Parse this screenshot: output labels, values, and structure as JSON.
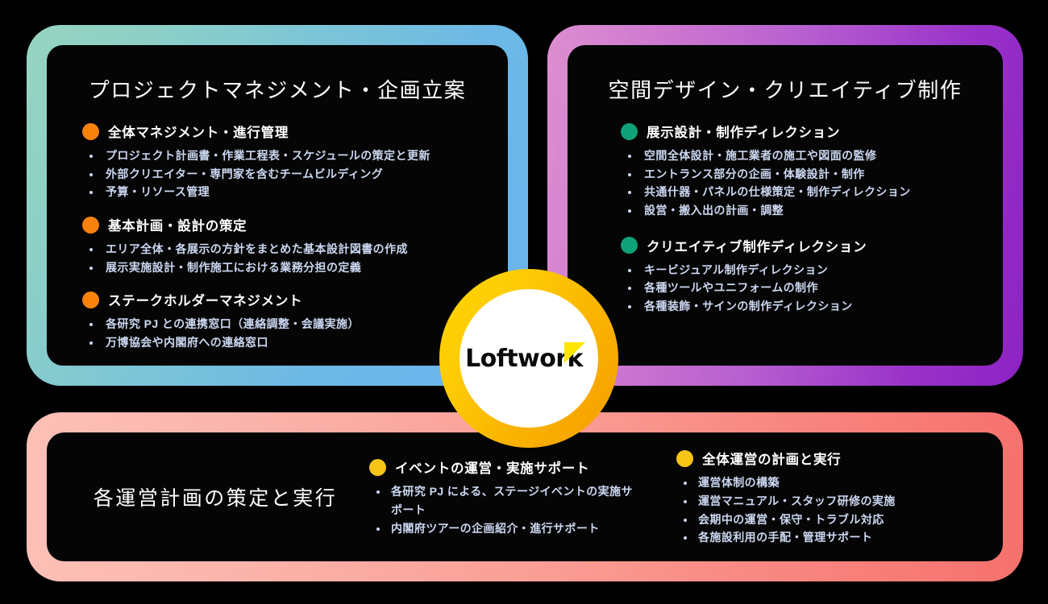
{
  "logo": {
    "name": "Loftwork",
    "wordmark": "Loftwork",
    "triangle_color": "#ffe500",
    "ring_color_start": "#ffd700",
    "ring_color_end": "#f59c00"
  },
  "panels": [
    {
      "id": "project-management",
      "title": "プロジェクトマネジメント・企画立案",
      "accent_dot_color": "#f8820c",
      "border_gradient": [
        "#96d4c0",
        "#68b4ef"
      ],
      "sections": [
        {
          "title": "全体マネジメント・進行管理",
          "bullets": [
            "プロジェクト計画書・作業工程表・スケジュールの策定と更新",
            "外部クリエイター・専門家を含むチームビルディング",
            "予算・リソース管理"
          ]
        },
        {
          "title": "基本計画・設計の策定",
          "bullets": [
            "エリア全体・各展示の方針をまとめた基本設計図書の作成",
            "展示実施設計・制作施工における業務分担の定義"
          ]
        },
        {
          "title": "ステークホルダーマネジメント",
          "bullets": [
            "各研究 PJ との連携窓口（連絡調整・会議実施）",
            "万博協会や内閣府への連絡窓口"
          ]
        }
      ]
    },
    {
      "id": "space-design",
      "title": "空間デザイン・クリエイティブ制作",
      "accent_dot_color": "#0fa178",
      "border_gradient": [
        "#dd8fd0",
        "#8c22c4"
      ],
      "sections": [
        {
          "title": "展示設計・制作ディレクション",
          "bullets": [
            "空間全体設計・施工業者の施工や図面の監修",
            "エントランス部分の企画・体験設計・制作",
            "共通什器・パネルの仕様策定・制作ディレクション",
            "設営・搬入出の計画・調整"
          ]
        },
        {
          "title": "クリエイティブ制作ディレクション",
          "bullets": [
            "キービジュアル制作ディレクション",
            "各種ツールやユニフォームの制作",
            "各種装飾・サインの制作ディレクション"
          ]
        }
      ]
    },
    {
      "id": "operations",
      "title": "各運営計画の策定と実行",
      "accent_dot_color": "#f7c518",
      "border_gradient": [
        "#fcc0b6",
        "#f6716e"
      ],
      "columns": [
        {
          "title": "イベントの運営・実施サポート",
          "bullets": [
            "各研究 PJ による、ステージイベントの実施サポート",
            "内閣府ツアーの企画紹介・進行サポート"
          ]
        },
        {
          "title": "全体運営の計画と実行",
          "bullets": [
            "運営体制の構築",
            "運営マニュアル・スタッフ研修の実施",
            "会期中の運営・保守・トラブル対応",
            "各施設利用の手配・管理サポート"
          ]
        }
      ]
    }
  ]
}
